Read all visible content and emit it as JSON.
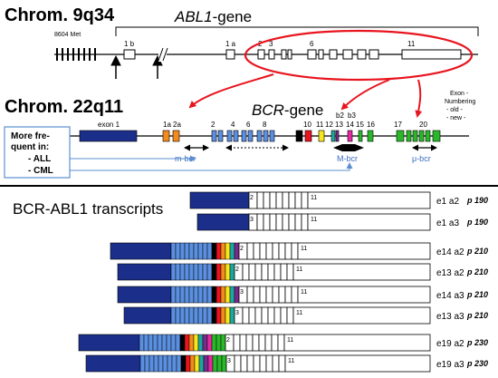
{
  "abl": {
    "chrom_label": "Chrom. 9q34",
    "gene_name": "ABL1",
    "gene_suffix": "-gene",
    "marker_label": "8604 Met",
    "exons": [
      "1 b",
      "1 a",
      "2",
      "3",
      "6",
      "11"
    ]
  },
  "bcr": {
    "chrom_label": "Chrom. 22q11",
    "gene_name": "BCR",
    "gene_suffix": "-gene",
    "exon_labels": [
      "exon 1",
      "1a",
      "2a",
      "2",
      "4",
      "6",
      "8",
      "10",
      "11",
      "12",
      "13",
      "14",
      "15",
      "16",
      "17",
      "20",
      "b2",
      "b3"
    ],
    "numbering_note": [
      "Exon -",
      "Numbering",
      "- old -",
      "- new -"
    ],
    "regions": [
      "m-bcr",
      "M-bcr",
      "μ-bcr"
    ],
    "frequency_box": {
      "lines": [
        "More fre-",
        "quent in:",
        "- ALL",
        "- CML"
      ]
    }
  },
  "transcripts": {
    "heading": "BCR-ABL1 transcripts",
    "rows": [
      {
        "name": "e1 a2",
        "protein": "p 190",
        "first_abl_exon": "2",
        "last_abl_exon": "11"
      },
      {
        "name": "e1 a3",
        "protein": "p 190",
        "first_abl_exon": "3",
        "last_abl_exon": "11"
      },
      {
        "name": "e14 a2",
        "protein": "p 210",
        "first_abl_exon": "2",
        "last_abl_exon": "11"
      },
      {
        "name": "e13 a2",
        "protein": "p 210",
        "first_abl_exon": "2",
        "last_abl_exon": "11"
      },
      {
        "name": "e14 a3",
        "protein": "p 210",
        "first_abl_exon": "3",
        "last_abl_exon": "11"
      },
      {
        "name": "e13 a3",
        "protein": "p 210",
        "first_abl_exon": "3",
        "last_abl_exon": "11"
      },
      {
        "name": "e19 a2",
        "protein": "p 230",
        "first_abl_exon": "2",
        "last_abl_exon": "11"
      },
      {
        "name": "e19 a3",
        "protein": "p 230",
        "first_abl_exon": "3",
        "last_abl_exon": "11"
      }
    ]
  },
  "colors": {
    "exon1_navy": "#1a2e8a",
    "exon_light_blue": "#5b8fe0",
    "exon_orange": "#f28a1c",
    "exon_black": "#000000",
    "exon_red": "#e8141e",
    "exon_yellow": "#f5e61e",
    "exon_teal": "#1aa8a0",
    "exon_purple": "#7a2a8c",
    "exon_pink": "#e62aa0",
    "exon_green": "#2ab82a",
    "highlight_red": "#e8141e",
    "frequency_blue": "#5b8fd0"
  }
}
